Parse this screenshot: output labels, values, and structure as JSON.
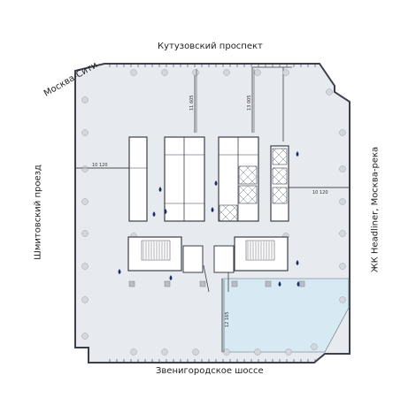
{
  "streets": {
    "top": "Кутузовский проспект",
    "bottom": "Звенигородское шоссе",
    "left": "Шмитовский проезд",
    "right": "ЖК Headliner, Москва-река",
    "corner": "Москва-Сити"
  },
  "dimensions": {
    "left": "10 120",
    "right": "10 120",
    "top_left": "11 605",
    "top_right": "13 005",
    "bottom": "12 165"
  },
  "colors": {
    "wall": "#3a3f4a",
    "floor": "#e7eaee",
    "core": "#ffffff",
    "highlight": "#d7e9f3",
    "drop": "#1a2d6b"
  }
}
